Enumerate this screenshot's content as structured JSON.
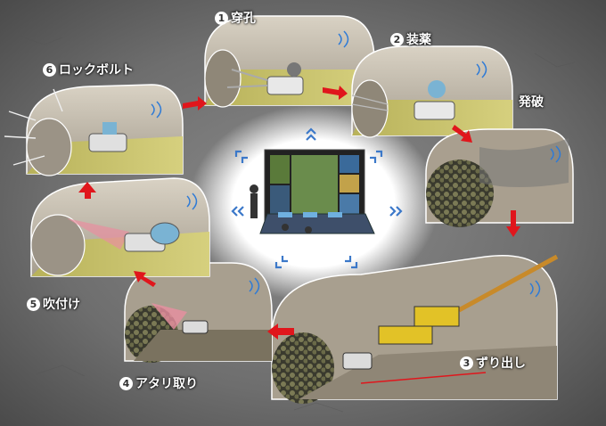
{
  "steps": {
    "drilling": {
      "num": "1",
      "label": "穿孔"
    },
    "charging": {
      "num": "2",
      "label": "装薬"
    },
    "blasting": {
      "num": "",
      "label": "発破"
    },
    "mucking": {
      "num": "3",
      "label": "ずり出し"
    },
    "scaling": {
      "num": "4",
      "label": "アタリ取り"
    },
    "shotcrete": {
      "num": "5",
      "label": "吹付け"
    },
    "rockbolt": {
      "num": "6",
      "label": "ロックボルト"
    }
  },
  "colors": {
    "arrow": "#e0161c",
    "tunnel_floor": "#c9c46a",
    "control_glow": "#ffffff",
    "signal": "#2f7bd6"
  }
}
